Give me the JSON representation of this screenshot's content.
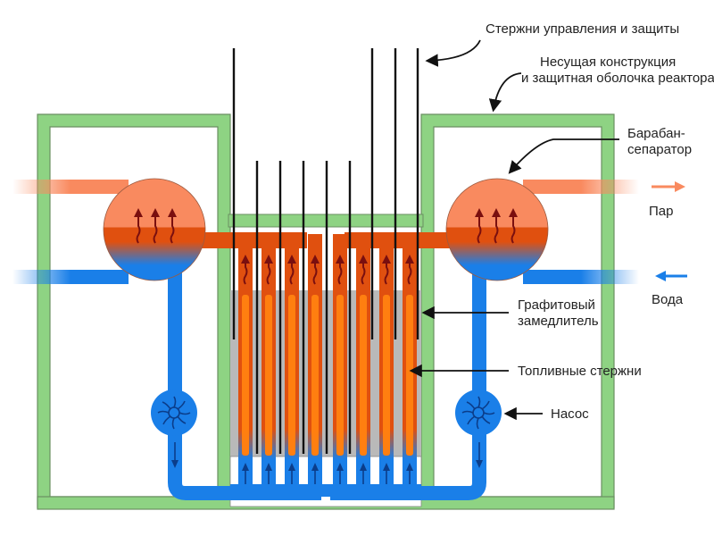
{
  "labels": {
    "control_rods": "Стержни управления и защиты",
    "structure_line1": "Несущая конструкция",
    "structure_line2": "и защитная оболочка реактора",
    "drum_line1": "Барабан-",
    "drum_line2": "сепаратор",
    "steam": "Пар",
    "water": "Вода",
    "graphite_line1": "Графитовый",
    "graphite_line2": "замедлитель",
    "fuel_rods": "Топливные стержни",
    "pump": "Насос"
  },
  "colors": {
    "containment_green": "#8ed383",
    "containment_outline": "#6a8f62",
    "steam_salmon": "#f98a5f",
    "hot_water_orange": "#e0500f",
    "cold_water_blue": "#1a7fe8",
    "fuel_orange": "#ff7f10",
    "graphite_gray": "#b9b9b9",
    "rod_black": "#111111",
    "arrow_dark_red": "#7a0f0f",
    "arrow_dark_blue": "#0b3d8a"
  },
  "components": {
    "fuel_channels_count": 8,
    "control_rods_short_count": 5,
    "control_rods_tall_count": 4
  }
}
